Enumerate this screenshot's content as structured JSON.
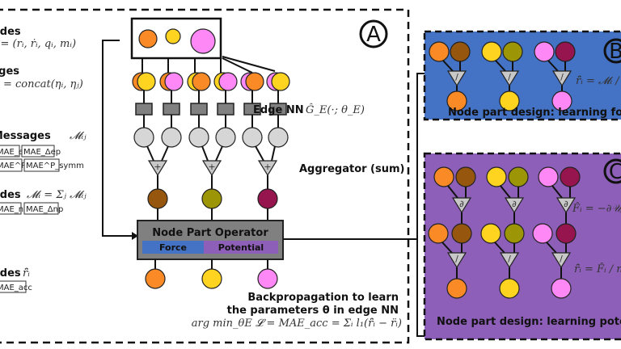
{
  "panel_a": {
    "marker": "A",
    "labels": {
      "nodes": "Nodes",
      "nodes_math": "ηᵢ = (rᵢ, ṙᵢ, qᵢ, mᵢ)",
      "edges": "Edges",
      "edges_math": "ηᵢⱼ = concat(ηᵢ, ηⱼ)",
      "edge_messages": "Edge Messages",
      "edge_messages_math": "𝓜ᵢⱼ",
      "node_agg": "Nodes",
      "node_agg_math": "𝓜ᵢ = Σⱼ 𝓜ᵢⱼ",
      "output_nodes": "Nodes",
      "output_nodes_math": "r̈̂ᵢ",
      "edge_nn": "Edge NN",
      "edge_nn_math": "Ĝ_E(·; θ_E)",
      "aggregator": "Aggregator (sum)"
    },
    "metric_boxes": {
      "edge_row1": [
        "MAE_ef",
        "MAE_Δep"
      ],
      "edge_row2": [
        "MAE^P_symm",
        "MAE^P_symm"
      ],
      "node_row": [
        "MAE_nf",
        "MAE_Δnp"
      ],
      "output_row": [
        "MAE_acc"
      ]
    },
    "operator": {
      "title": "Node Part Operator",
      "force_label": "Force",
      "potential_label": "Potential"
    },
    "backprop": {
      "line1": "Backpropagation to learn",
      "line2": "the parameters θ in edge NN",
      "formula": "arg min_θE 𝓛 = MAE_acc = Σᵢ l₁(r̈̂ᵢ − r̈ᵢ)"
    },
    "aggregator_symbol": "+"
  },
  "panel_b": {
    "marker": "B",
    "caption": "Node part design: learning force",
    "formula": "r̈̂ᵢ = 𝓜ᵢ / mᵢ",
    "op_symbol": "/"
  },
  "panel_c": {
    "marker": "C",
    "caption": "Node part design: learning potential",
    "formula1": "F̂ᵢ = −∂𝒰/∂rᵢ",
    "formula2": "r̈̂ᵢ = F̂ᵢ / mᵢ",
    "op_symbol1": "∂",
    "op_symbol2": "/"
  },
  "colors": {
    "orange": "#F98A26",
    "yellow": "#FFD421",
    "pink": "#FF88F7",
    "brown": "#97560E",
    "olive": "#9C9606",
    "maroon": "#96154E",
    "gray_node": "#D6D6D6",
    "gray_nn": "#808080",
    "force_blue": "#4472C4",
    "potential_purple": "#8E5FB8",
    "panel_b_bg": "#4472C4",
    "panel_c_bg": "#8E5FB8"
  }
}
